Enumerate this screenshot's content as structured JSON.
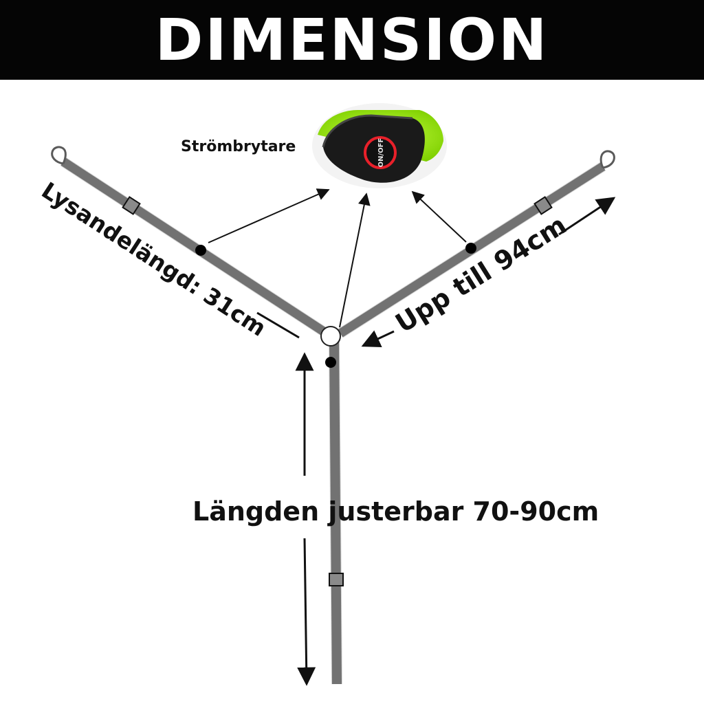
{
  "header": {
    "title": "DIMENSION"
  },
  "labels": {
    "switch": "Strömbrytare",
    "light_length": "Lysandelängd: 31cm",
    "max_length": "Upp till 94cm",
    "adjustable": "Längden justerbar 70-90cm"
  },
  "switch_button": {
    "text": "ON/OFF"
  },
  "colors": {
    "strap": "#7a7a7a",
    "accent": "#9cff1a",
    "header": "#050505",
    "button_ring": "#e8202a"
  }
}
